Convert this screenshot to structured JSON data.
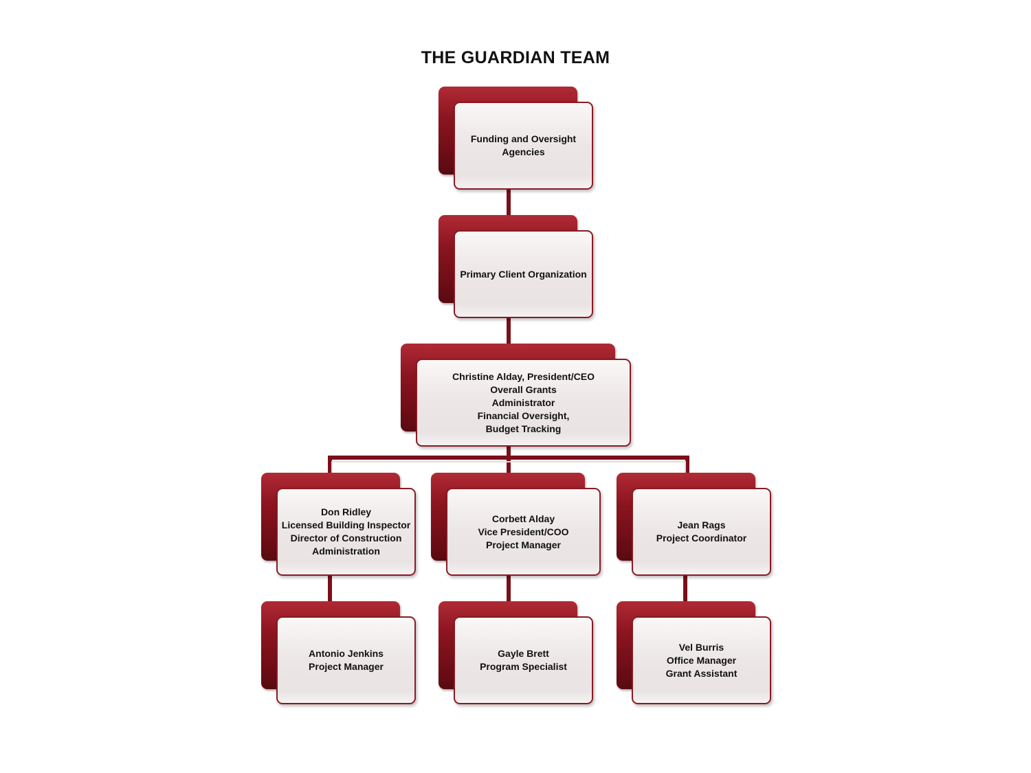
{
  "title": "THE GUARDIAN TEAM",
  "colors": {
    "box_back": "#8c1520",
    "box_front": "#ece6e6",
    "border": "#8a1a24",
    "connector": "#7a1019"
  },
  "nodes": {
    "funding": {
      "lines": [
        "Funding and Oversight",
        "Agencies"
      ]
    },
    "client": {
      "lines": [
        "Primary Client Organization"
      ]
    },
    "christine": {
      "lines": [
        "Christine Alday,  President/CEO",
        "Overall Grants",
        "Administrator",
        "Financial Oversight,",
        "Budget Tracking"
      ]
    },
    "don": {
      "lines": [
        "Don Ridley",
        "Licensed Building Inspector",
        "Director of Construction",
        "Administration"
      ]
    },
    "corbett": {
      "lines": [
        "Corbett Alday",
        "Vice President/COO",
        "Project Manager"
      ]
    },
    "jean": {
      "lines": [
        "Jean Rags",
        "Project Coordinator"
      ]
    },
    "antonio": {
      "lines": [
        "Antonio Jenkins",
        "Project Manager"
      ]
    },
    "gayle": {
      "lines": [
        "Gayle Brett",
        "Program Specialist"
      ]
    },
    "vel": {
      "lines": [
        "Vel Burris",
        "Office Manager",
        "Grant Assistant"
      ]
    }
  }
}
